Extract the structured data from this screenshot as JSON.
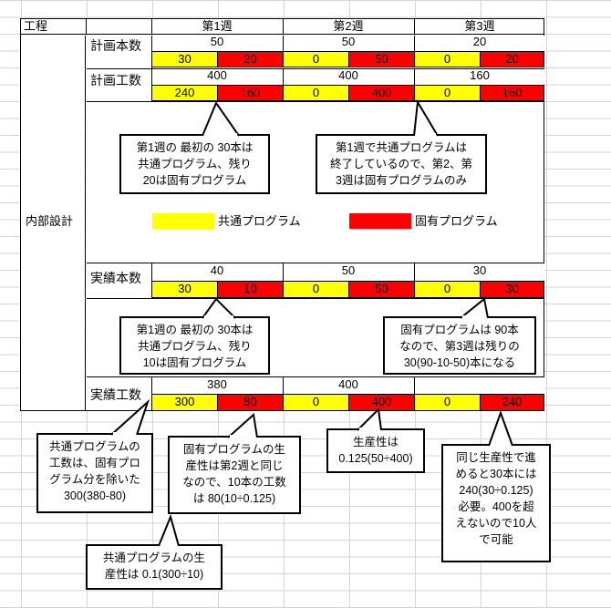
{
  "header": {
    "process_label": "工程",
    "week1": "第1週",
    "week2": "第2週",
    "week3": "第3週"
  },
  "phase": "内部設計",
  "rows": {
    "plan_count": {
      "label": "計画本数",
      "totals": [
        "50",
        "50",
        "20"
      ],
      "common": [
        "30",
        "0",
        "0"
      ],
      "unique": [
        "20",
        "50",
        "20"
      ]
    },
    "plan_effort": {
      "label": "計画工数",
      "totals": [
        "400",
        "400",
        "160"
      ],
      "common": [
        "240",
        "0",
        "0"
      ],
      "unique": [
        "160",
        "400",
        "160"
      ]
    },
    "actual_count": {
      "label": "実績本数",
      "totals": [
        "40",
        "50",
        "30"
      ],
      "common": [
        "30",
        "0",
        "0"
      ],
      "unique": [
        "10",
        "50",
        "30"
      ]
    },
    "actual_effort": {
      "label": "実績工数",
      "totals": [
        "380",
        "400",
        ""
      ],
      "common": [
        "300",
        "0",
        "0"
      ],
      "unique": [
        "80",
        "400",
        "240"
      ]
    }
  },
  "legend": {
    "common_label": "共通プログラム",
    "unique_label": "固有プログラム",
    "common_color": "#ffff00",
    "unique_color": "#ff0000"
  },
  "callouts": {
    "c1": [
      "第1週の 最初の 30本は",
      "共通プログラム、残り",
      "20は固有プログラム"
    ],
    "c2": [
      "第1週で共通プログラムは",
      "終了しているので、第2、第",
      "3週は固有プログラムのみ"
    ],
    "c3": [
      "第1週の 最初の 30本は",
      "共通プログラム、残り",
      "10は固有プログラム"
    ],
    "c4": [
      "固有プログラムは 90本",
      "なので、第3週は残りの",
      "30(90-10-50)本になる"
    ],
    "c5": [
      "共通プログラムの",
      "工数は、固有プロ",
      "グラム分を除いた",
      "300(380-80)"
    ],
    "c6": [
      "固有プログラムの生",
      "産性は第2週と同じ",
      "なので、10本の工数",
      "は 80(10÷0.125)"
    ],
    "c7": [
      "生産性は",
      "0.125(50÷400)"
    ],
    "c8": [
      "同じ生産性で進",
      "めると30本には",
      "240(30÷0.125)",
      "必要。400を超",
      "えないので10人",
      "で可能"
    ],
    "c9": [
      "共通プログラムの生",
      "産性は 0.1(300÷10)"
    ]
  }
}
